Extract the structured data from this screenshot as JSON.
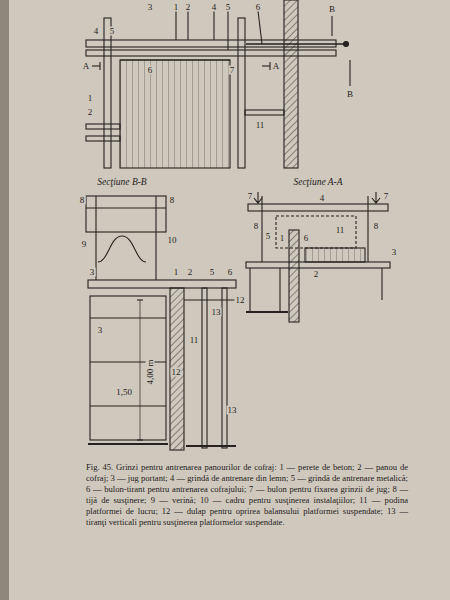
{
  "diagram": {
    "caption": "Fig. 45. Grinzi pentru antrenarea panourilor de cofraj: 1 — perete de beton; 2 — panou de cofraj; 3 — jug portant; 4 — grindă de antrenare din lemn; 5 — grindă de antrenare metalică; 6 — bulon-tirant pentru antrenarea cofrajului; 7 — bulon pentru fixarea grinzii de jug; 8 — tijă de susţinere; 9 — verină; 10 — cadru pentru susţinerea instalaţiilor; 11 — podina platformei de lucru; 12 — dulap pentru oprirea balansului platformei suspendate; 13 — tiranţi verticali pentru susţinerea platformelor suspendate.",
    "labels": [
      "1",
      "2",
      "3",
      "4",
      "5",
      "6",
      "B",
      "4",
      "5",
      "A",
      "6",
      "7",
      "A",
      "B",
      "1",
      "2",
      "11",
      "Secţiune B-B",
      "8",
      "8",
      "9",
      "10",
      "3",
      "1",
      "2",
      "5",
      "6",
      "13",
      "3",
      "11",
      "12",
      "13",
      "4,00 m",
      "1,50",
      "Secţiune A-A",
      "7",
      "7",
      "4",
      "8",
      "8",
      "11",
      "5",
      "1",
      "6",
      "3",
      "2",
      "12"
    ]
  }
}
